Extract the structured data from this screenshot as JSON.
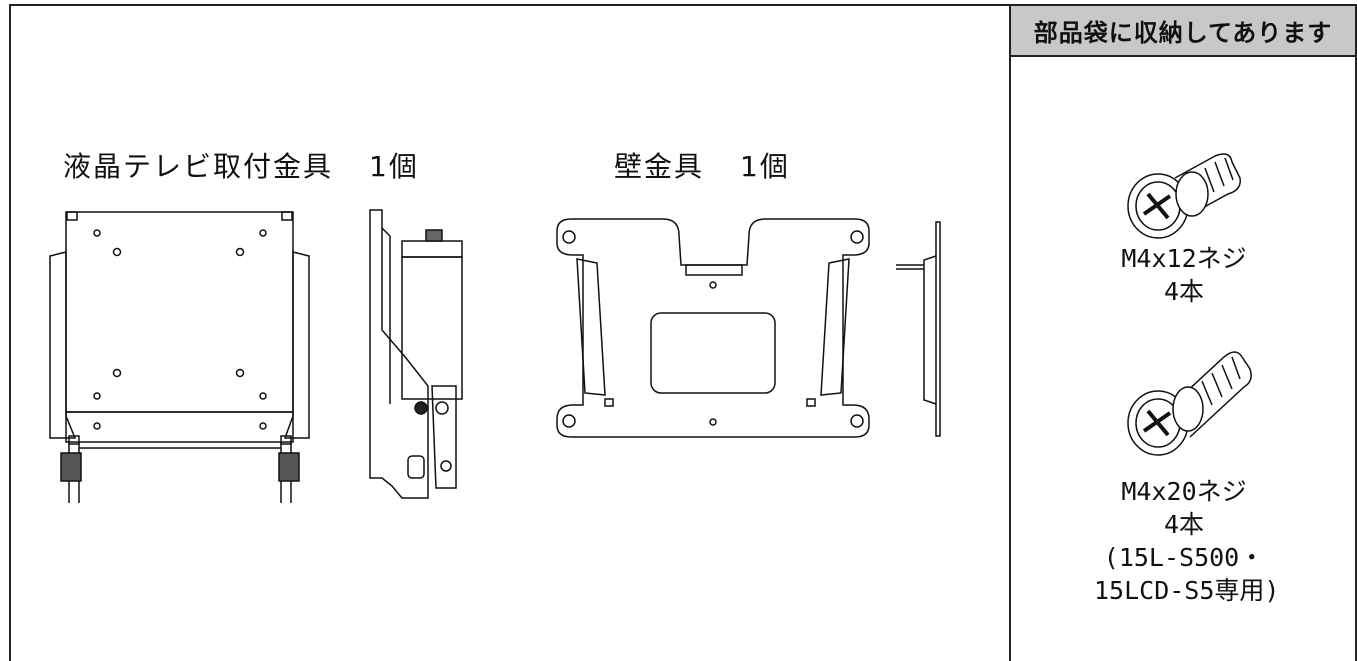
{
  "side_header": "部品袋に収納してあります",
  "tv_bracket": {
    "label": "液晶テレビ取付金具",
    "count": "1個"
  },
  "wall_bracket": {
    "label": "壁金具",
    "count": "1個"
  },
  "screw_short": {
    "name": "M4x12ネジ",
    "qty": "4本"
  },
  "screw_long": {
    "name": "M4x20ネジ",
    "qty": "4本",
    "note_line1": "(15L-S500・",
    "note_line2": "15LCD-S5専用)"
  }
}
